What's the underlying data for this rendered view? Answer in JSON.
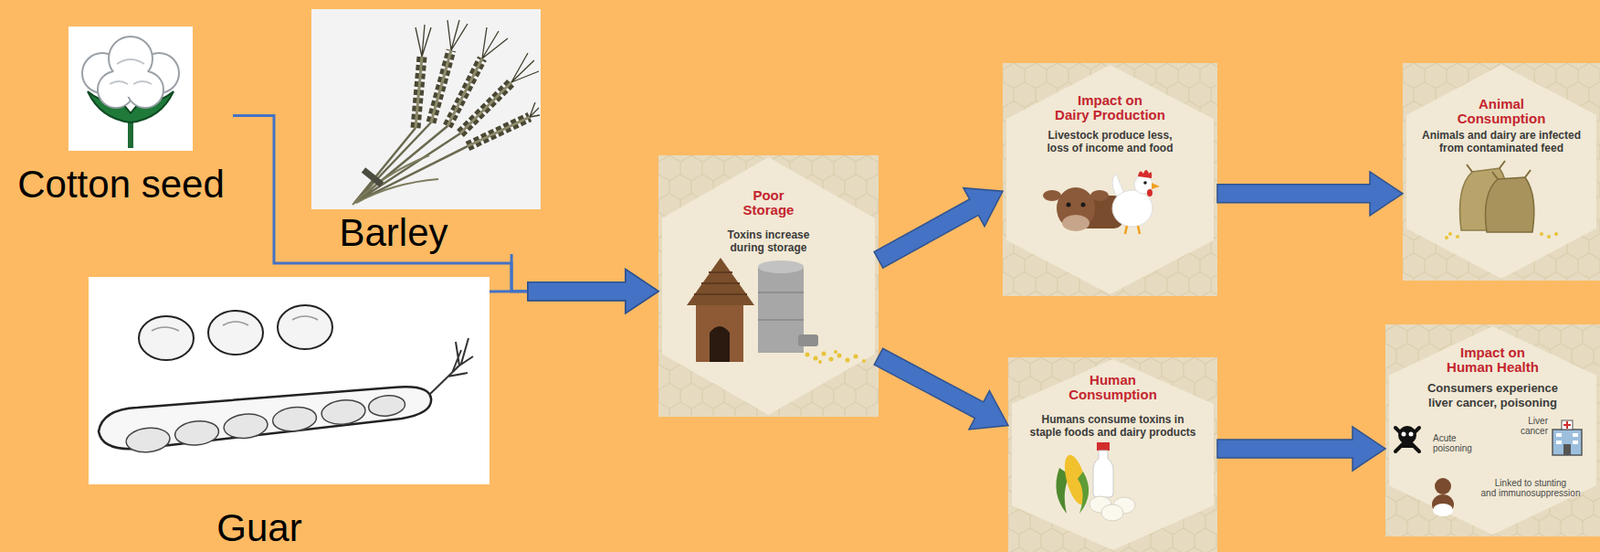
{
  "diagram": {
    "nodes": [
      {
        "text": [
          "Cotton seed"
        ]
      },
      {
        "text": [
          "Barley"
        ]
      },
      {
        "text": [
          "Guar"
        ]
      },
      {
        "text": [
          "Poor Storage",
          "Toxins increase during storage"
        ]
      },
      {
        "text": [
          "Impact on Dairy Production",
          "Livestock produce less, loss of income and food"
        ]
      },
      {
        "text": [
          "Human Consumption",
          "Humans consume toxins in staple foods and dairy products"
        ]
      },
      {
        "text": [
          "Animal Consumption",
          "Animals and dairy are infected from contaminated feed"
        ]
      },
      {
        "text": [
          "Impact on Human Health",
          "Consumers experience liver cancer, poisoning",
          "Acute poisoning",
          "Liver cancer",
          "Linked to stunting and immunosuppression"
        ]
      }
    ],
    "edges": [
      {
        "from": 0,
        "to": 3,
        "arrow": "to"
      },
      {
        "from": 1,
        "to": 3,
        "arrow": "to"
      },
      {
        "from": 2,
        "to": 3,
        "arrow": "to"
      },
      {
        "from": 3,
        "to": 4,
        "arrow": "to"
      },
      {
        "from": 3,
        "to": 5,
        "arrow": "to"
      },
      {
        "from": 4,
        "to": 6,
        "arrow": "to"
      },
      {
        "from": 5,
        "to": 7,
        "arrow": "to"
      }
    ]
  }
}
